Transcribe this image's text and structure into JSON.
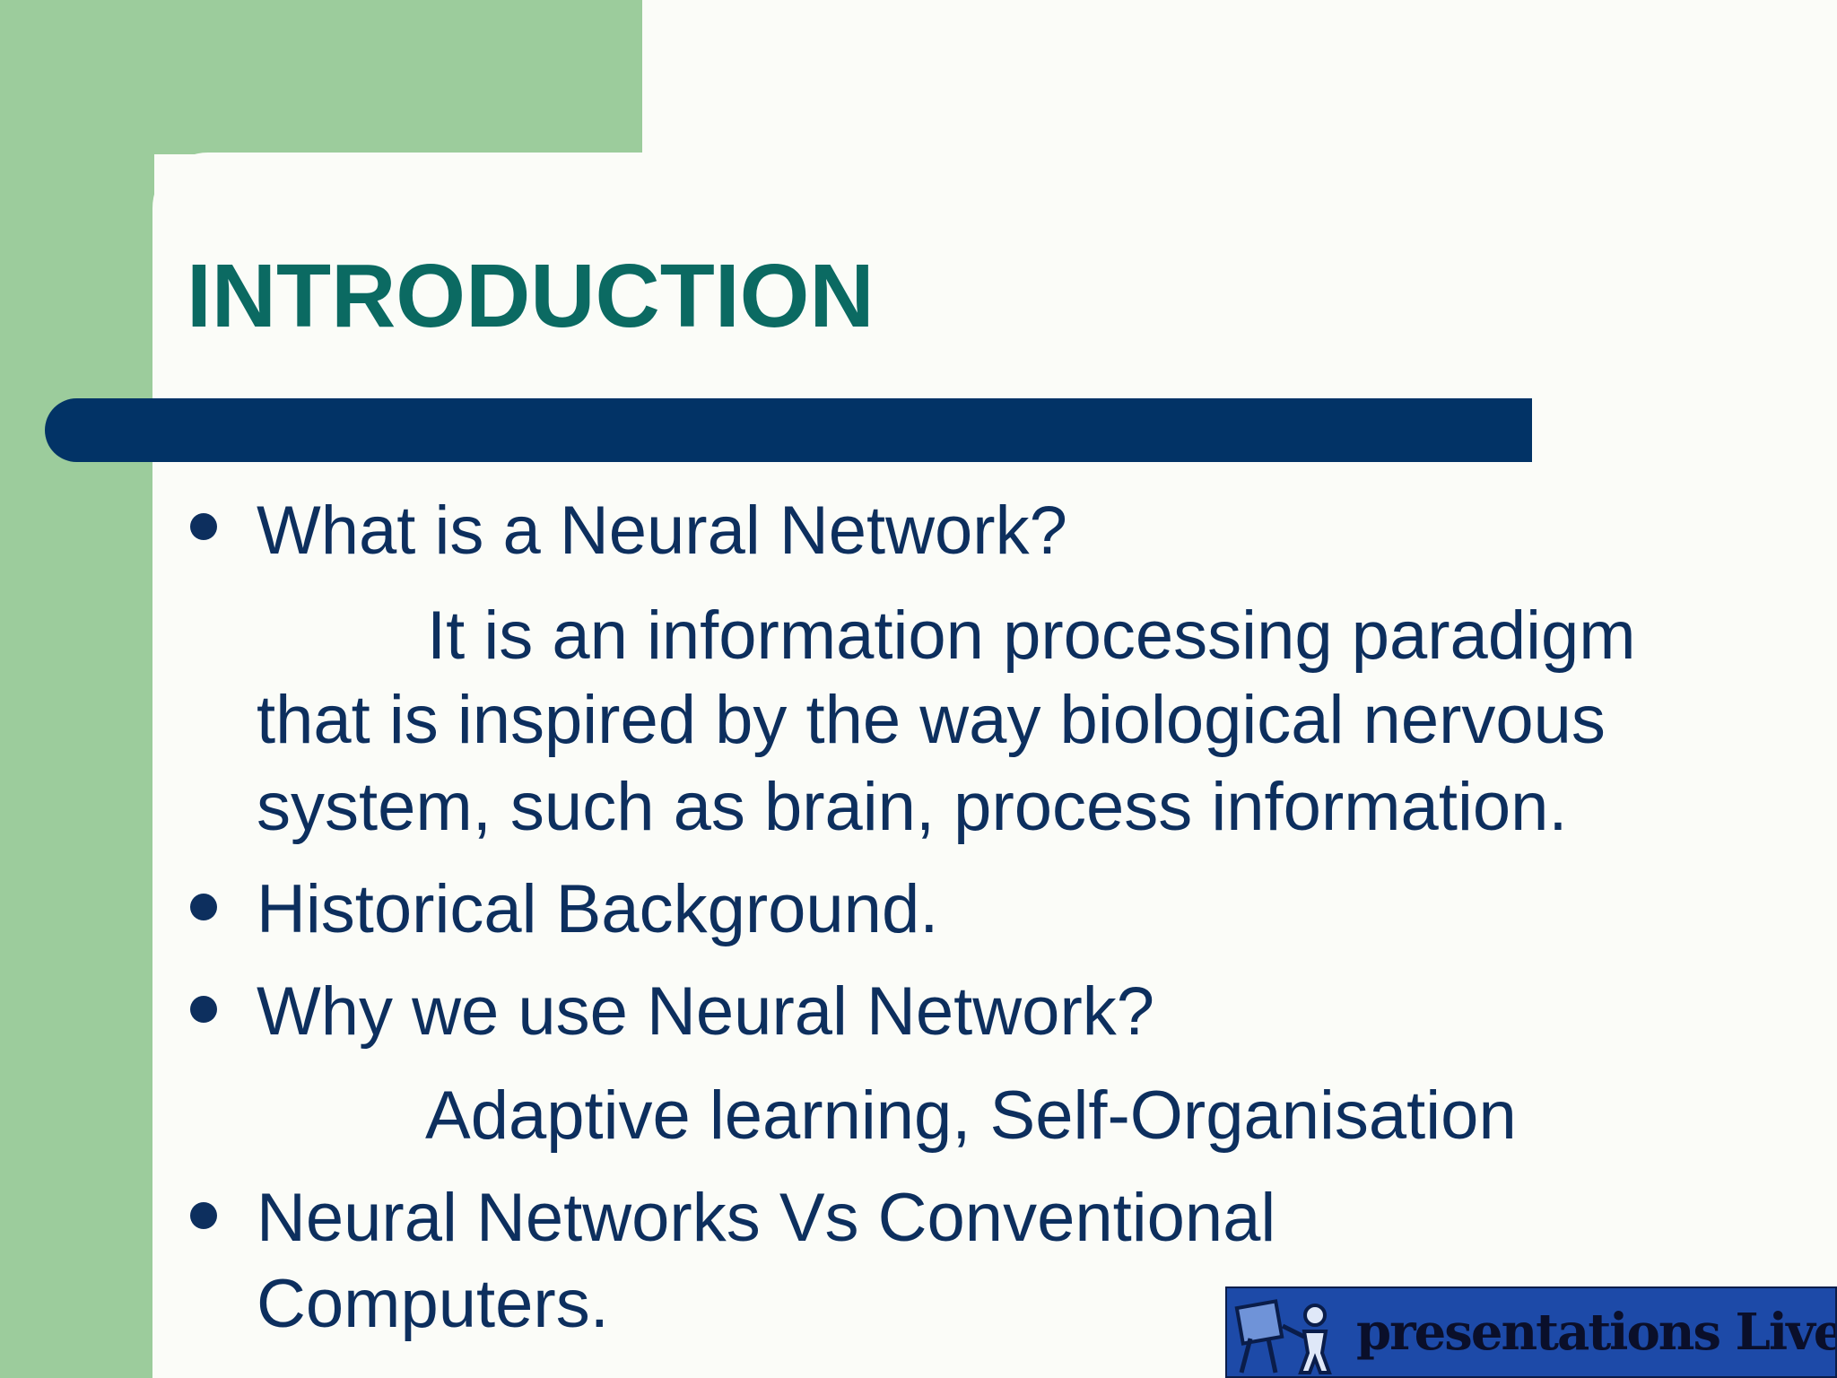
{
  "slide": {
    "title": "INTRODUCTION",
    "lines": [
      "What is a Neural Network?",
      "It is an information processing paradigm",
      "that is inspired by the way biological nervous",
      "system, such as brain, process information.",
      "Historical Background.",
      "Why we use Neural Network?",
      "Adaptive learning, Self-Organisation",
      "Neural Networks Vs Conventional",
      "Computers."
    ]
  },
  "logo": {
    "text": "presentations Live",
    "mark": "pL",
    "icon": "presenter-easel-icon"
  },
  "colors": {
    "green_accent": "#9ccc9c",
    "title_teal": "#0b6a62",
    "bar_navy": "#023366",
    "text_navy": "#0d2f5e",
    "logo_blue": "#1d4aa8"
  }
}
